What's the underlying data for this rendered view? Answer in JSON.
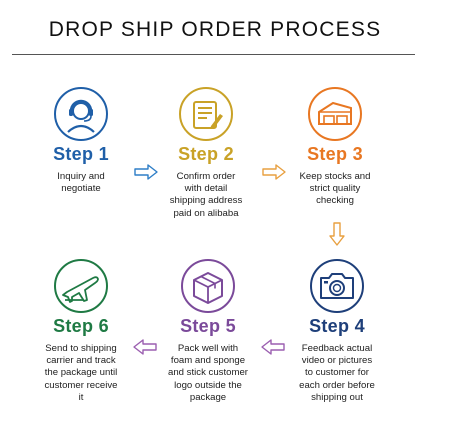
{
  "title": "DROP SHIP ORDER PROCESS",
  "colors": {
    "step1": "#1f5fa8",
    "step2": "#c9a227",
    "step3": "#e87722",
    "step4": "#1e3f7a",
    "step5": "#7b4a9a",
    "step6": "#1f7a44",
    "arrow_blue": "#2e7ec7",
    "arrow_orange": "#e8a040",
    "arrow_purple": "#9b5fb0"
  },
  "steps": [
    {
      "label": "Step 1",
      "icon": "headset-support-icon",
      "desc": [
        "Inquiry and",
        "negotiate"
      ]
    },
    {
      "label": "Step 2",
      "icon": "order-form-pen-icon",
      "desc": [
        "Confirm order",
        "with detail",
        "shipping address",
        "paid on alibaba"
      ]
    },
    {
      "label": "Step 3",
      "icon": "warehouse-icon",
      "desc": [
        "Keep stocks and",
        "strict quality",
        "checking"
      ]
    },
    {
      "label": "Step 4",
      "icon": "camera-icon",
      "desc": [
        "Feedback actual",
        "video or pictures",
        "to customer for",
        "each order before",
        "shipping out"
      ]
    },
    {
      "label": "Step 5",
      "icon": "package-box-icon",
      "desc": [
        "Pack well with",
        "foam and sponge",
        "and stick customer",
        "logo outside the",
        "package"
      ]
    },
    {
      "label": "Step 6",
      "icon": "airplane-icon",
      "desc": [
        "Send to shipping",
        "carrier and track",
        "the package until",
        "customer receive",
        "it"
      ]
    }
  ]
}
